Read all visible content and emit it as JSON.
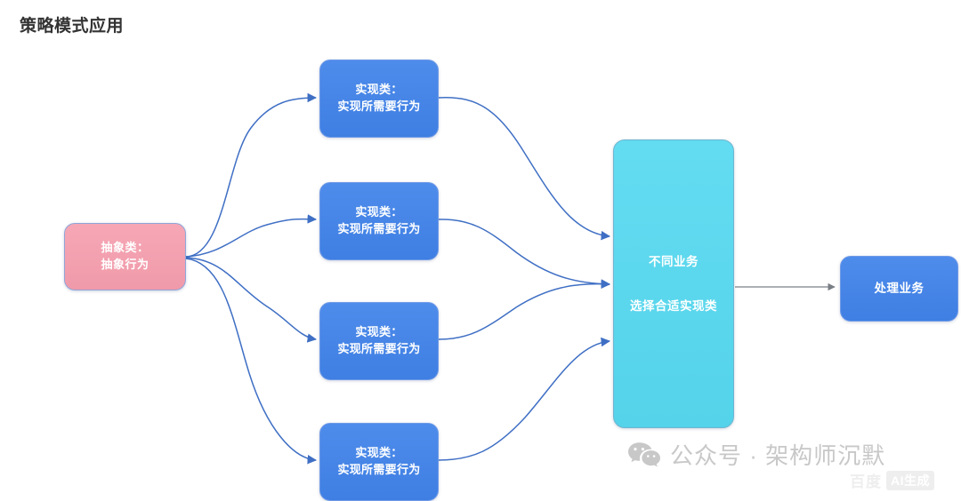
{
  "title": "策略模式应用",
  "colors": {
    "abstract_node": "#f4a0ae",
    "impl_node": "#4a86e8",
    "select_node": "#5cd9ef",
    "handle_node": "#4a86e8",
    "edge_blue": "#3f6fc4",
    "edge_gray": "#9aa0a6",
    "title_text": "#333333",
    "node_text": "#ffffff",
    "watermark_text": "#c8c8c8"
  },
  "nodes": {
    "abstract": {
      "line1": "抽象类：",
      "line2": "抽象行为"
    },
    "implementations": [
      {
        "line1": "实现类：",
        "line2": "实现所需要行为"
      },
      {
        "line1": "实现类：",
        "line2": "实现所需要行为"
      },
      {
        "line1": "实现类：",
        "line2": "实现所需要行为"
      },
      {
        "line1": "实现类：",
        "line2": "实现所需要行为"
      }
    ],
    "select": {
      "line1": "不同业务",
      "line2": "选择合适实现类"
    },
    "handle": {
      "label": "处理业务"
    }
  },
  "watermark": {
    "icon": "wechat-icon",
    "text": "公众号 · 架构师沉默",
    "baidu_text": "百度",
    "baidu_pill": "AI生成"
  }
}
